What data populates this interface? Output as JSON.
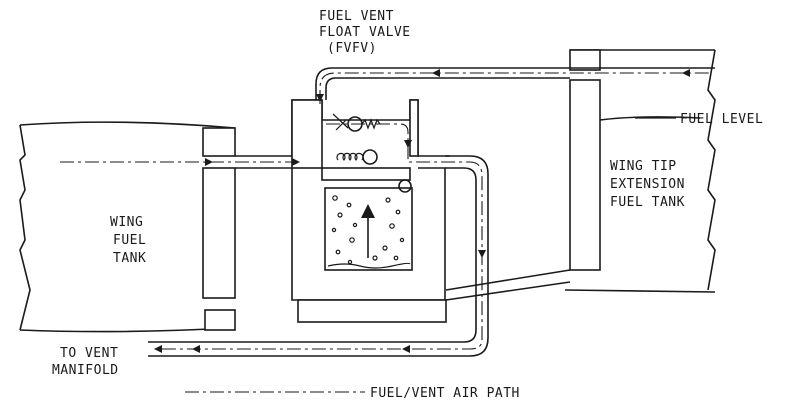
{
  "labels": {
    "fvfv_line1": "FUEL VENT",
    "fvfv_line2": "FLOAT VALVE",
    "fvfv_line3": "(FVFV)",
    "fuel_level": "FUEL LEVEL",
    "wing_tip_line1": "WING TIP",
    "wing_tip_line2": "EXTENSION",
    "wing_tip_line3": "FUEL TANK",
    "wing_line1": "WING",
    "wing_line2": "FUEL",
    "wing_line3": "TANK",
    "vent_line1": "TO VENT",
    "vent_line2": "MANIFOLD",
    "legend": "FUEL/VENT AIR PATH"
  },
  "colors": {
    "ink": "#1a1a1a",
    "paper": "#ffffff"
  }
}
